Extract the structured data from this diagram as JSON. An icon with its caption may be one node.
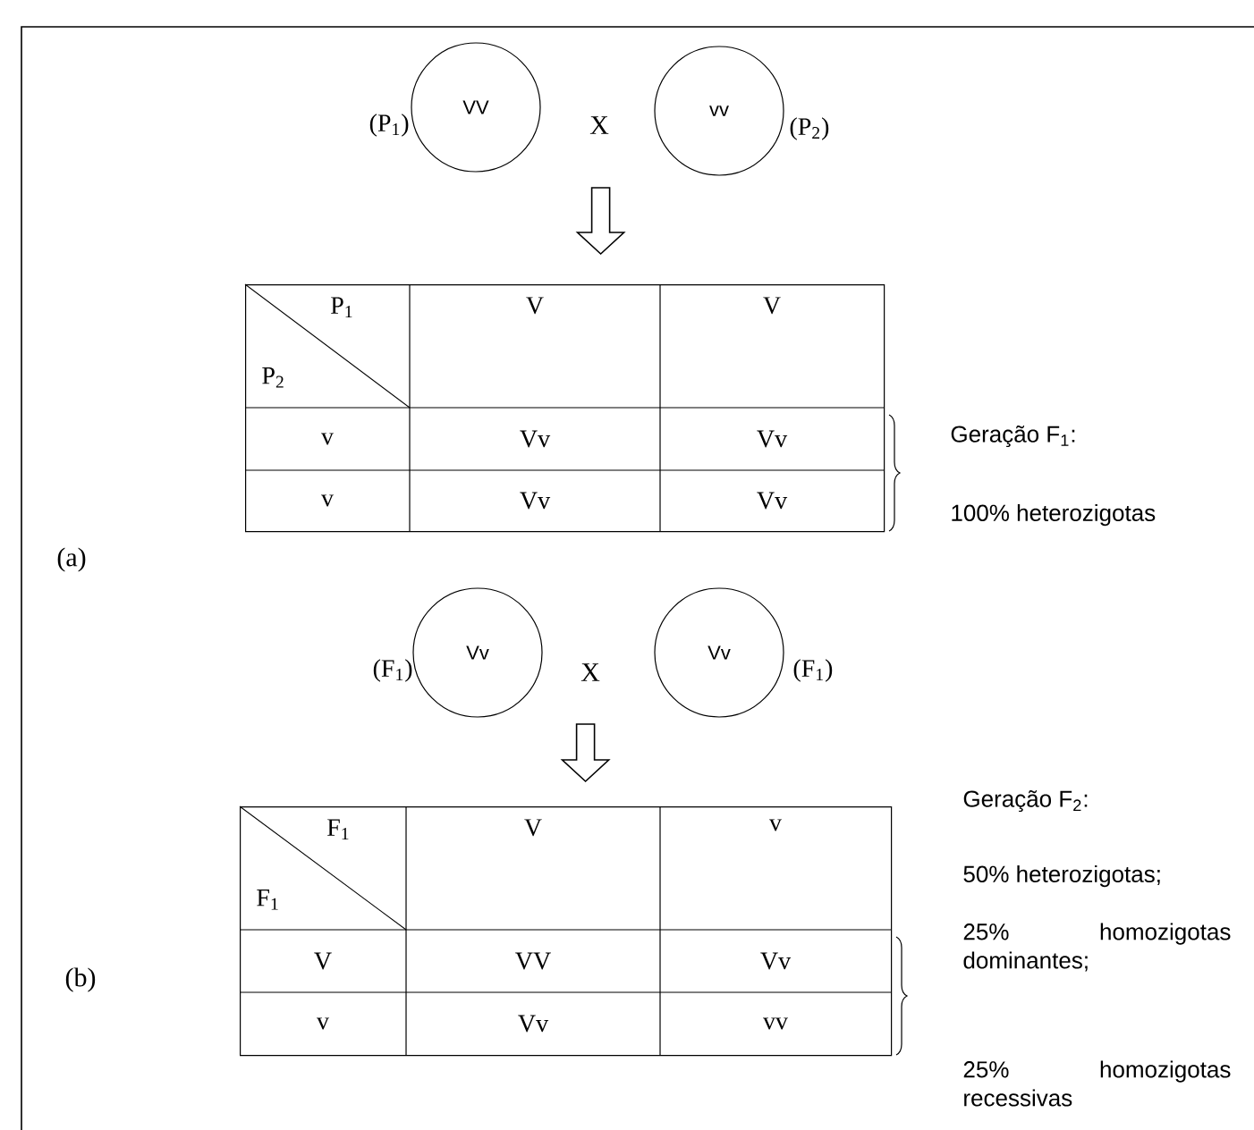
{
  "diagram": {
    "nodes": [
      {
        "text": [
          "VV"
        ],
        "beside": [
          "(P$_{1}$)"
        ]
      },
      {
        "text": [
          "vv"
        ],
        "beside": [
          "(P$_{2}$)"
        ]
      },
      {
        "text": [
          "P$_{1}$",
          "P$_{2}$",
          "V",
          "V",
          "v",
          "Vv",
          "Vv",
          "v",
          "Vv",
          "Vv"
        ]
      },
      {
        "text": [
          "Vv"
        ],
        "beside": [
          "(F$_{1}$)"
        ]
      },
      {
        "text": [
          "Vv"
        ],
        "beside": [
          "(F$_{1}$)"
        ]
      },
      {
        "text": [
          "F$_{1}$",
          "F$_{1}$",
          "V",
          "v",
          "V",
          "VV",
          "Vv",
          "v",
          "Vv",
          "vv"
        ]
      }
    ],
    "edges": [
      {
        "from": null,
        "to": 2,
        "arrow": "to"
      },
      {
        "from": null,
        "to": 5,
        "arrow": "to"
      }
    ],
    "labels": [
      "X",
      "Geração F$_{1}$:",
      "100% heterozigotas",
      "(a)",
      "X",
      "Geração F$_{2}$:",
      "50% heterozigotas;",
      "25% homozigotas dominantes;",
      "25% homozigotas recessivas",
      "(b)"
    ]
  }
}
